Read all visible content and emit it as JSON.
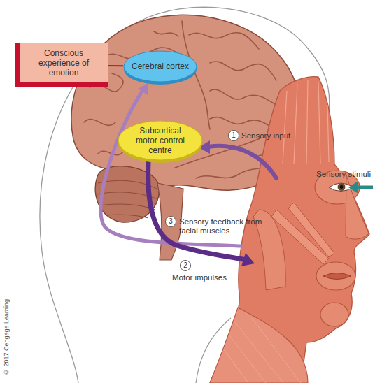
{
  "diagram": {
    "nodes": [
      {
        "text": [
          "Conscious experience of emotion"
        ]
      },
      {
        "text": [
          "Cerebral cortex"
        ]
      },
      {
        "text": [
          "Subcortical motor control centre"
        ]
      }
    ],
    "edges": [
      {
        "from": 0,
        "to": 1,
        "arrow": "none"
      }
    ],
    "labels": [
      "1",
      "Sensory input",
      "Sensory stimuli",
      "3",
      "Sensory feedback from facial muscles",
      "2",
      "Motor impulses",
      "© 2017 Cengage Learning"
    ]
  }
}
